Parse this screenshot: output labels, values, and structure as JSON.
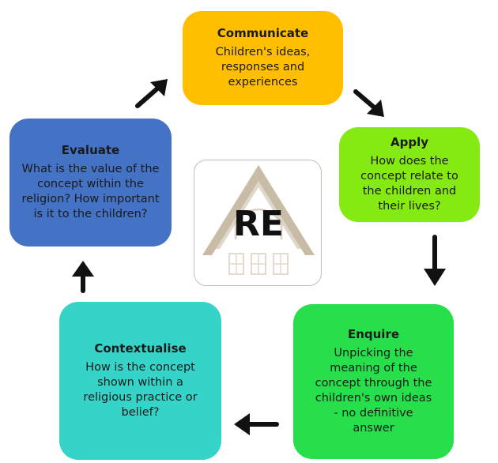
{
  "colors": {
    "communicate": "#ffbf00",
    "apply": "#85ea12",
    "enquire": "#26df4a",
    "contextualise": "#36d4c8",
    "evaluate": "#4472c4",
    "arrow": "#111111",
    "logo_roof": "#c9bca6",
    "logo_text": "#111111"
  },
  "logo": {
    "text": "RE"
  },
  "nodes": {
    "communicate": {
      "title": "Communicate",
      "body": "Children's ideas, responses and experiences"
    },
    "apply": {
      "title": "Apply",
      "body": "How does the concept relate to the children and their lives?"
    },
    "enquire": {
      "title": "Enquire",
      "body": "Unpicking the meaning of the concept through the children's own ideas - no definitive answer"
    },
    "contextualise": {
      "title": "Contextualise",
      "body": "How is the concept shown within a religious practice or belief?"
    },
    "evaluate": {
      "title": "Evaluate",
      "body": "What is the value of the concept within the religion? How important is it to the children?"
    }
  }
}
